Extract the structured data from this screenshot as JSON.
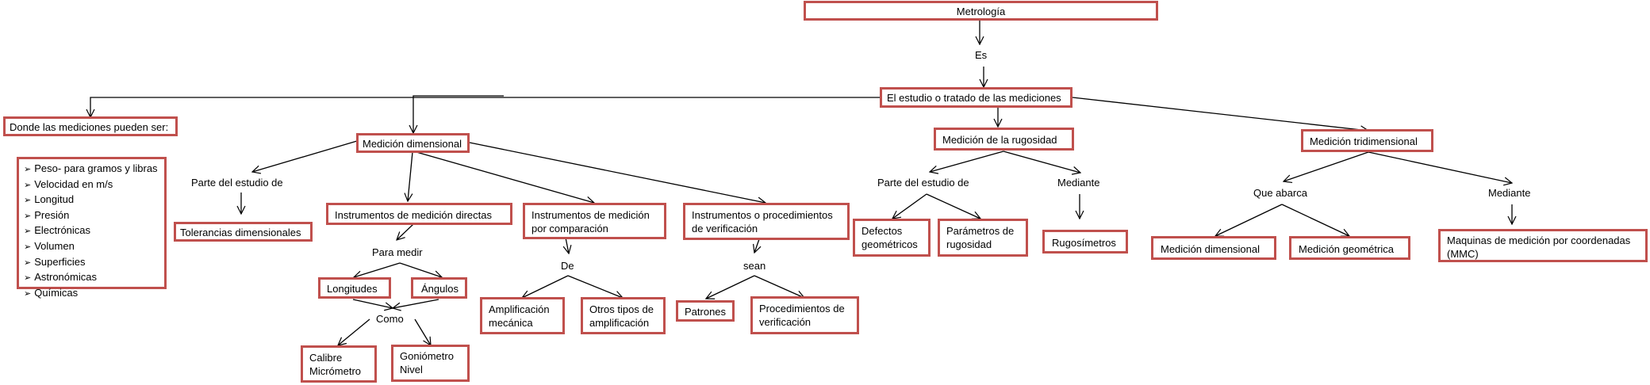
{
  "colors": {
    "box_border": "#C0504D",
    "line": "#000000",
    "background": "#FFFFFF"
  },
  "root": {
    "label": "Metrología"
  },
  "connector_es": "Es",
  "definition": {
    "label": "El estudio o tratado de las mediciones"
  },
  "types_box": {
    "title": "Donde las mediciones pueden ser:",
    "items": [
      "Peso- para gramos  y libras",
      "Velocidad en m/s",
      "Longitud",
      "Presión",
      "Electrónicas",
      "Volumen",
      "Superficies",
      "Astronómicas",
      "Químicas"
    ]
  },
  "dimensional": {
    "label": "Medición dimensional",
    "part_of_label": "Parte del estudio de",
    "tolerances": "Tolerancias dimensionales",
    "direct": {
      "label": "Instrumentos de medición directas",
      "connector": "Para medir",
      "lengths": "Longitudes",
      "angles": "Ángulos",
      "como": "Como",
      "calibre": [
        "Calibre",
        "Micrómetro"
      ],
      "goniometro": [
        "Goniómetro",
        "Nivel"
      ]
    },
    "comparison": {
      "label": [
        "Instrumentos de medición",
        "por comparación"
      ],
      "connector": "De",
      "mechanical": [
        "Amplificación",
        "mecánica"
      ],
      "other": [
        "Otros tipos de",
        "amplificación"
      ]
    },
    "verification": {
      "label": [
        "Instrumentos o procedimientos",
        "de verificación"
      ],
      "connector": "sean",
      "patterns": "Patrones",
      "procedures": [
        "Procedimientos de",
        "verificación"
      ]
    }
  },
  "roughness": {
    "label": "Medición de la rugosidad",
    "part_of_label": "Parte del estudio de",
    "defects": [
      "Defectos",
      "geométricos"
    ],
    "parameters": [
      "Parámetros de",
      "rugosidad"
    ],
    "via_label": "Mediante",
    "instruments": "Rugosímetros"
  },
  "tridimensional": {
    "label": "Medición tridimensional",
    "covers_label": "Que abarca",
    "dim": "Medición dimensional",
    "geo": "Medición geométrica",
    "via_label": "Mediante",
    "machines": [
      "Maquinas de medición por coordenadas",
      "(MMC)"
    ]
  }
}
